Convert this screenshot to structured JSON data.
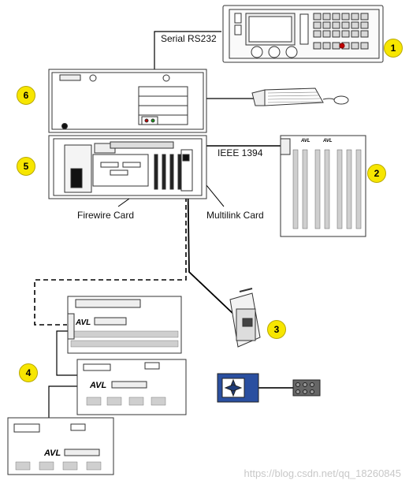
{
  "labels": {
    "serial": "Serial RS232",
    "ieee": "IEEE 1394",
    "firewire": "Firewire Card",
    "multilink": "Multilink Card"
  },
  "badges": {
    "b1": "1",
    "b2": "2",
    "b3": "3",
    "b4": "4",
    "b5": "5",
    "b6": "6"
  },
  "watermark": "https://blog.csdn.net/qq_18260845",
  "colors": {
    "badge": "#f7e600",
    "line": "#000000",
    "device_stroke": "#333333",
    "io_block": "#2a4fa0"
  }
}
